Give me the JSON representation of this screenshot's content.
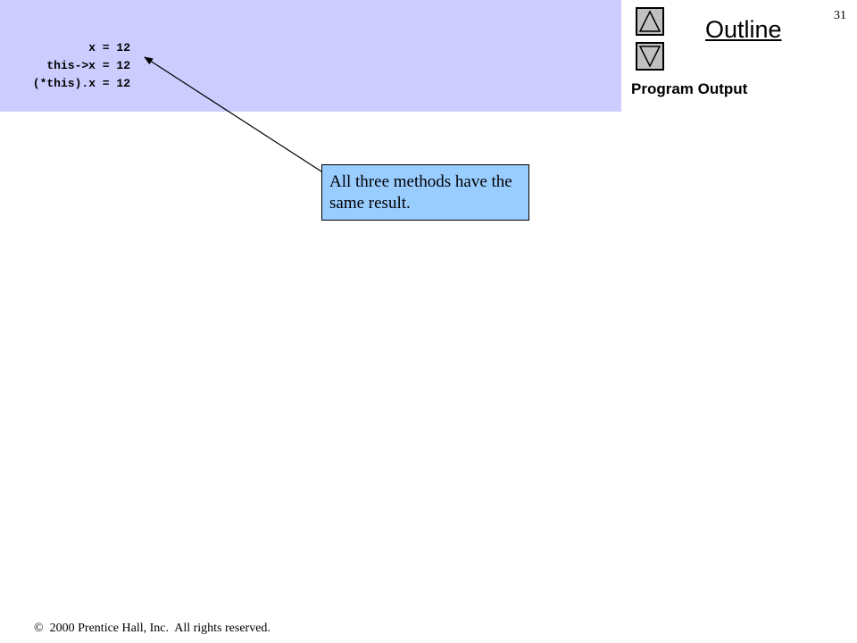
{
  "code_output": {
    "lines": [
      "x = 12",
      "this->x = 12",
      "(*this).x = 12"
    ]
  },
  "navigation": {
    "up_icon": "triangle-up-icon",
    "down_icon": "triangle-down-icon"
  },
  "header": {
    "outline_label": "Outline",
    "page_number": "31",
    "section_label": "Program Output"
  },
  "callout": {
    "text": "All three methods have the same result."
  },
  "footer": {
    "copyright_symbol": "©",
    "text": "2000 Prentice Hall, Inc.  All rights reserved."
  },
  "colors": {
    "code_panel_bg": "#ccccff",
    "callout_bg": "#99ccff",
    "nav_button_bg": "#c0c0c0"
  }
}
